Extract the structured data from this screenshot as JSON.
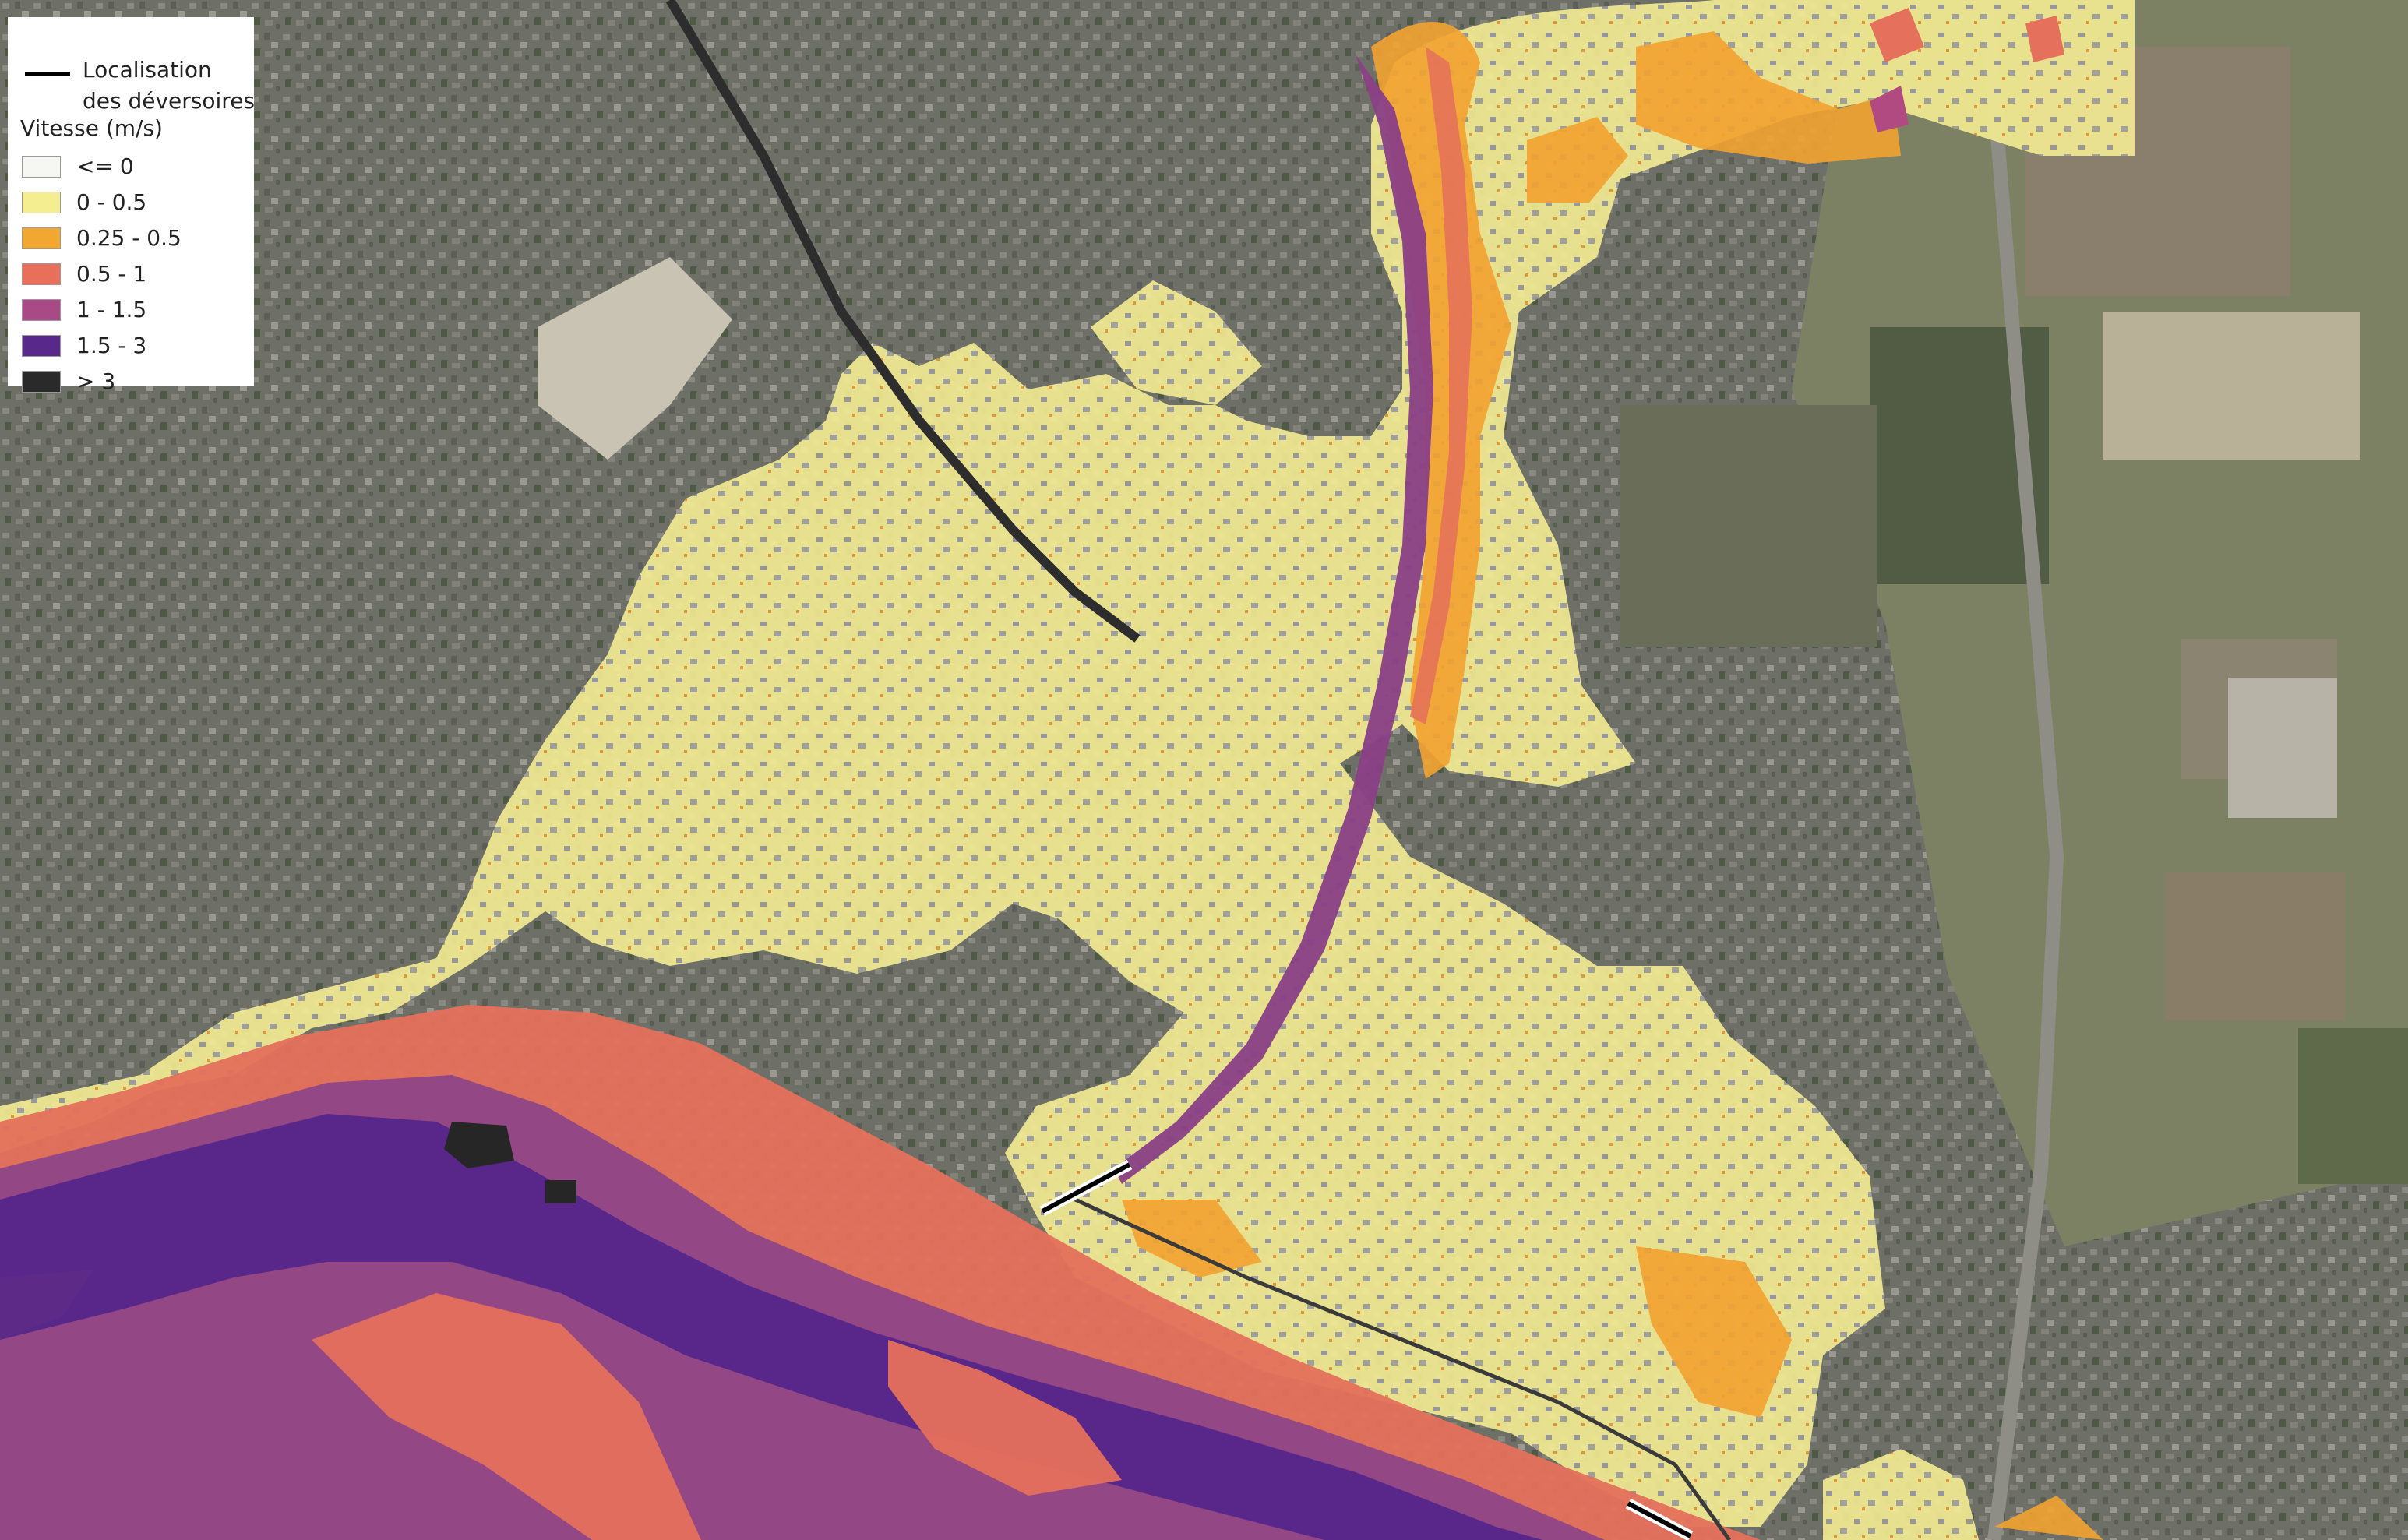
{
  "legend": {
    "weir_label_line1": "Localisation",
    "weir_label_line2": "des déversoires",
    "title": "Vitesse (m/s)",
    "classes": [
      {
        "label": "<= 0",
        "color": "#f6f6f2"
      },
      {
        "label": "0 - 0.5",
        "color": "#f4ee90"
      },
      {
        "label": "0.25 - 0.5",
        "color": "#f2a830"
      },
      {
        "label": "0.5 - 1",
        "color": "#e8705a"
      },
      {
        "label": "1 - 1.5",
        "color": "#a84a86"
      },
      {
        "label": "1.5 - 3",
        "color": "#58288a"
      },
      {
        "label": "> 3",
        "color": "#2a2a2a"
      }
    ]
  },
  "colors": {
    "aerial_urban": "#6f7068",
    "aerial_field": "#7f8266",
    "aerial_light_field": "#c8bea8",
    "railway": "#2d2d2d",
    "weir": "#000000"
  }
}
